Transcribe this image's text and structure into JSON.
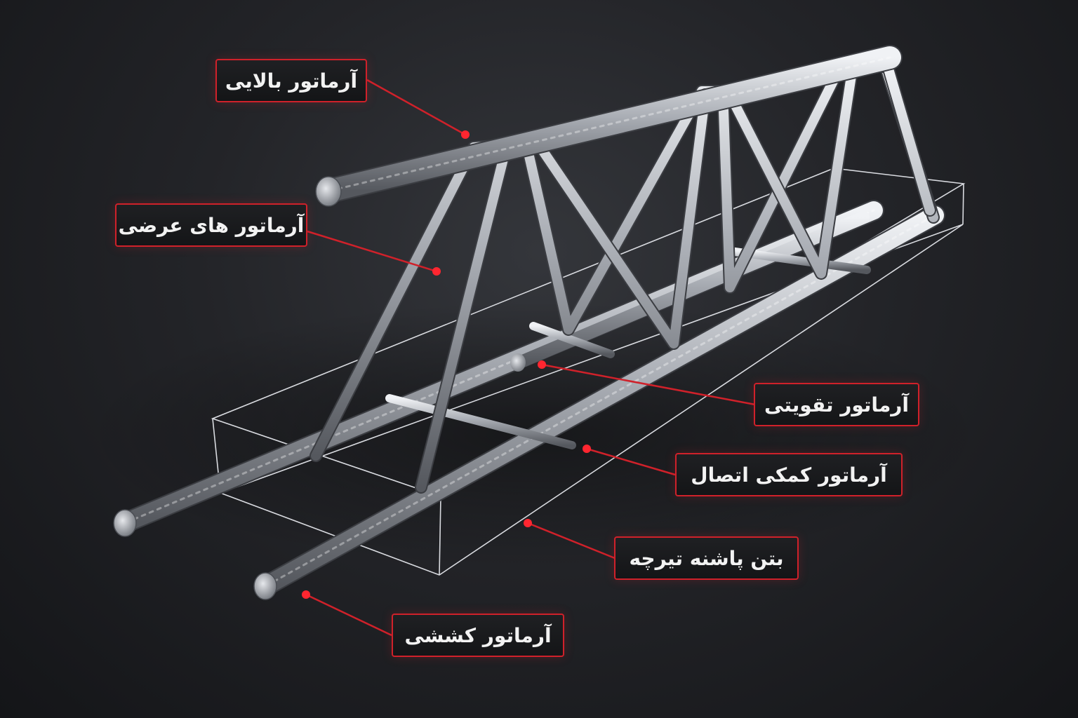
{
  "labels": {
    "top_bar": "آرماتور بالایی",
    "diagonal_bars": "آرماتور های عرضی",
    "reinforcement_bar": "آرماتور تقویتی",
    "connection_bar": "آرماتور کمکی اتصال",
    "concrete_heel": "بتن پاشنه تیرچه",
    "tension_bar": "آرماتور کششی"
  },
  "colors": {
    "accent": "#d0212a",
    "background": "#1c1d20",
    "label_text": "#f2f2f2",
    "steel": "#c8cbd0"
  }
}
